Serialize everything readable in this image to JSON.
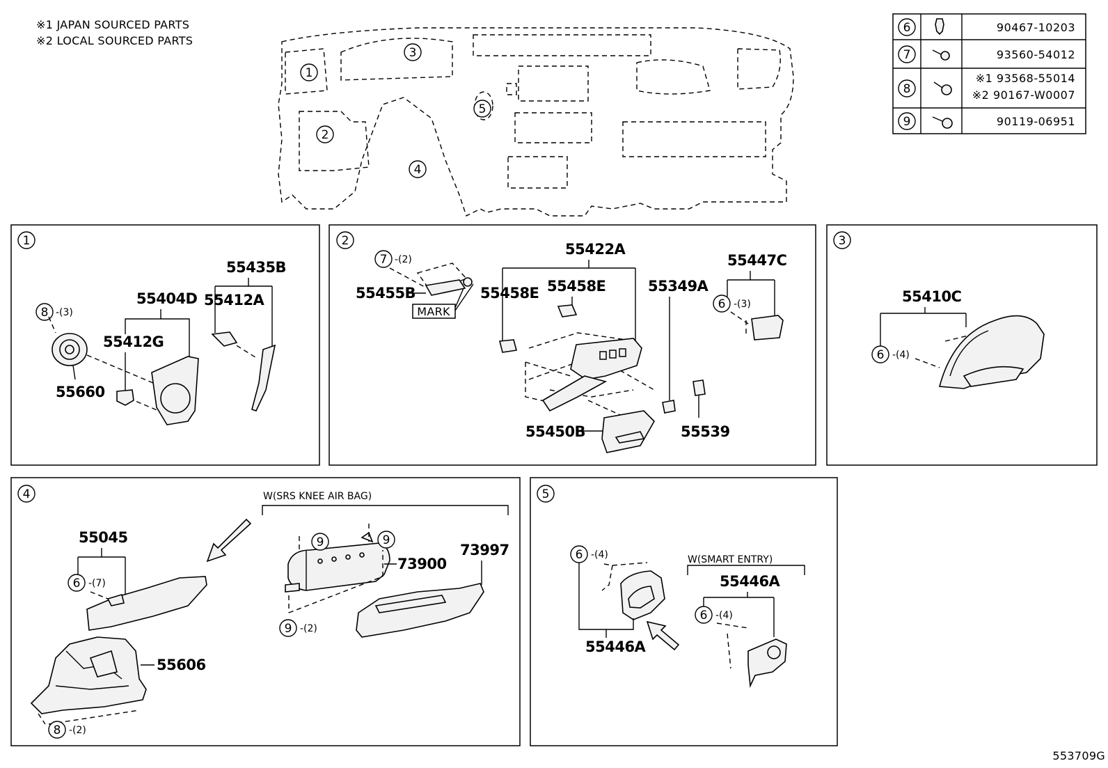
{
  "notes": [
    "※1 JAPAN SOURCED PARTS",
    "※2 LOCAL SOURCED PARTS"
  ],
  "fastener_table": [
    {
      "ref": "6",
      "parts": [
        "90467-10203"
      ]
    },
    {
      "ref": "7",
      "parts": [
        "93560-54012"
      ]
    },
    {
      "ref": "8",
      "parts": [
        "※1 93568-55014",
        "※2 90167-W0007"
      ]
    },
    {
      "ref": "9",
      "parts": [
        "90119-06951"
      ]
    }
  ],
  "overview": {
    "zones": [
      "1",
      "3",
      "2",
      "5",
      "4"
    ]
  },
  "panel1": {
    "id": "1",
    "labels": {
      "p55435B": "55435B",
      "p55404D": "55404D",
      "p55412A": "55412A",
      "p55412G": "55412G",
      "p55660": "55660",
      "c8": "8",
      "q8": "-(3)"
    }
  },
  "panel2": {
    "id": "2",
    "labels": {
      "c7": "7",
      "q7": "-(2)",
      "p55455B": "55455B",
      "mark": "MARK",
      "p55458E_a": "55458E",
      "p55422A": "55422A",
      "p55458E_b": "55458E",
      "p55349A": "55349A",
      "p55447C": "55447C",
      "c6": "6",
      "q6": "-(3)",
      "p55450B": "55450B",
      "p55539": "55539"
    }
  },
  "panel3": {
    "id": "3",
    "labels": {
      "p55410C": "55410C",
      "c6": "6",
      "q6": "-(4)"
    }
  },
  "panel4": {
    "id": "4",
    "labels": {
      "variant": "W(SRS KNEE AIR BAG)",
      "p55045": "55045",
      "c6": "6",
      "q6": "-(7)",
      "c9a": "9",
      "c9b": "9",
      "p73900": "73900",
      "p73997": "73997",
      "c9c": "9",
      "q9": "-(2)",
      "p55606": "55606",
      "c8": "8",
      "q8": "-(2)"
    }
  },
  "panel5": {
    "id": "5",
    "labels": {
      "c6a": "6",
      "q6a": "-(4)",
      "variant": "W(SMART ENTRY)",
      "p55446A_a": "55446A",
      "c6b": "6",
      "q6b": "-(4)",
      "p55446A_b": "55446A"
    }
  },
  "diagram_code": "553709G"
}
